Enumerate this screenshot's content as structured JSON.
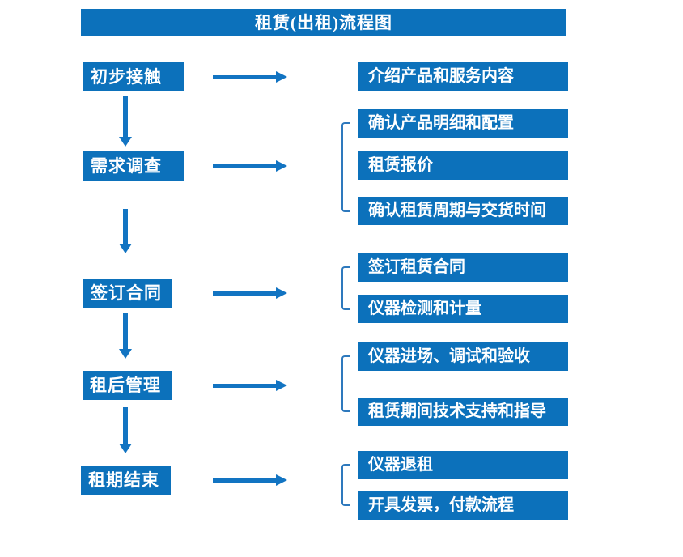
{
  "title": "租赁(出租)流程图",
  "colors": {
    "box_blue": "#0c71bb",
    "arrow_blue": "#1274c2",
    "bracket_blue": "#2e79bd",
    "text_white": "#ffffff",
    "background": "#ffffff"
  },
  "steps": [
    {
      "label": "初步接触",
      "details": [
        "介绍产品和服务内容"
      ]
    },
    {
      "label": "需求调查",
      "details": [
        "确认产品明细和配置",
        "租赁报价",
        "确认租赁周期与交货时间"
      ]
    },
    {
      "label": "签订合同",
      "details": [
        "签订租赁合同",
        "仪器检测和计量"
      ]
    },
    {
      "label": "租后管理",
      "details": [
        "仪器进场、调试和验收",
        "租赁期间技术支持和指导"
      ]
    },
    {
      "label": "租期结束",
      "details": [
        "仪器退租",
        "开具发票，付款流程"
      ]
    }
  ]
}
